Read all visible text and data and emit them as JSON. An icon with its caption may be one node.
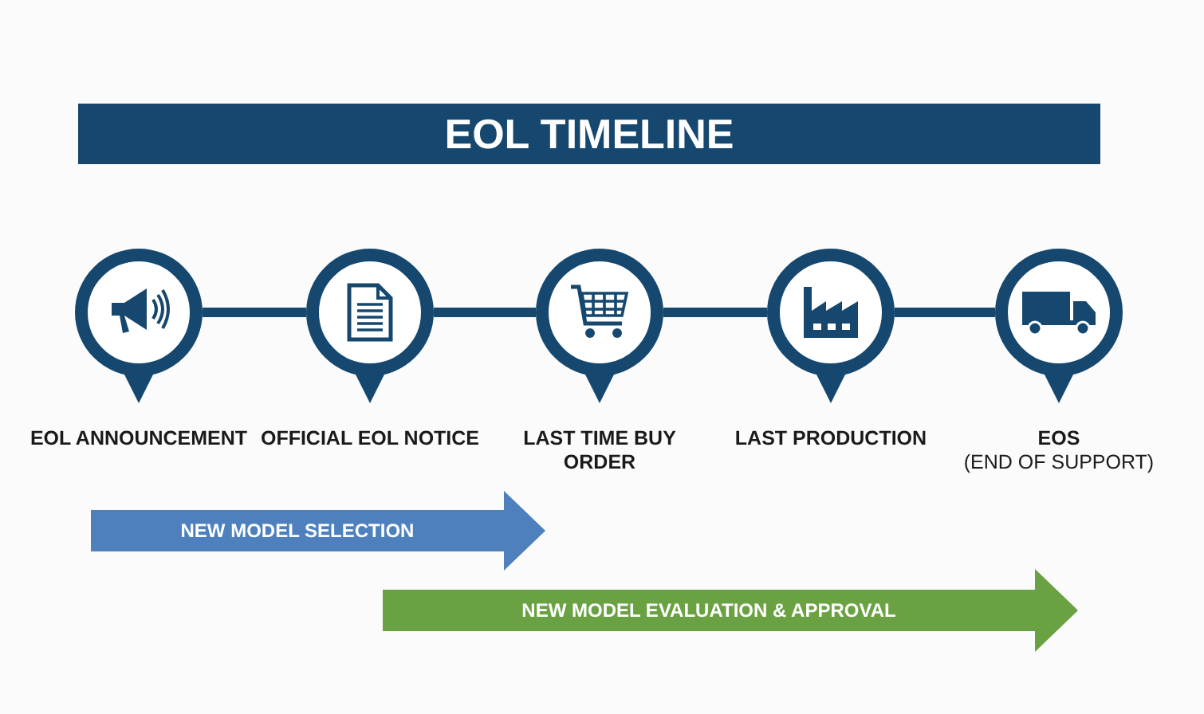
{
  "diagram": {
    "title": "EOL TIMELINE",
    "nodes": [
      {
        "text": [
          "EOL ANNOUNCEMENT"
        ]
      },
      {
        "text": [
          "OFFICIAL EOL NOTICE"
        ]
      },
      {
        "text": [
          "LAST TIME BUY ORDER"
        ]
      },
      {
        "text": [
          "LAST PRODUCTION"
        ]
      },
      {
        "text": [
          "EOS",
          "(END OF SUPPORT)"
        ]
      },
      {
        "text": [
          "NEW MODEL SELECTION"
        ]
      },
      {
        "text": [
          "NEW MODEL EVALUATION & APPROVAL"
        ]
      }
    ],
    "edges": [
      {
        "from": 0,
        "to": 1,
        "arrow": "none"
      },
      {
        "from": 1,
        "to": 2,
        "arrow": "none"
      },
      {
        "from": 2,
        "to": 3,
        "arrow": "none"
      },
      {
        "from": 3,
        "to": 4,
        "arrow": "none"
      }
    ]
  }
}
